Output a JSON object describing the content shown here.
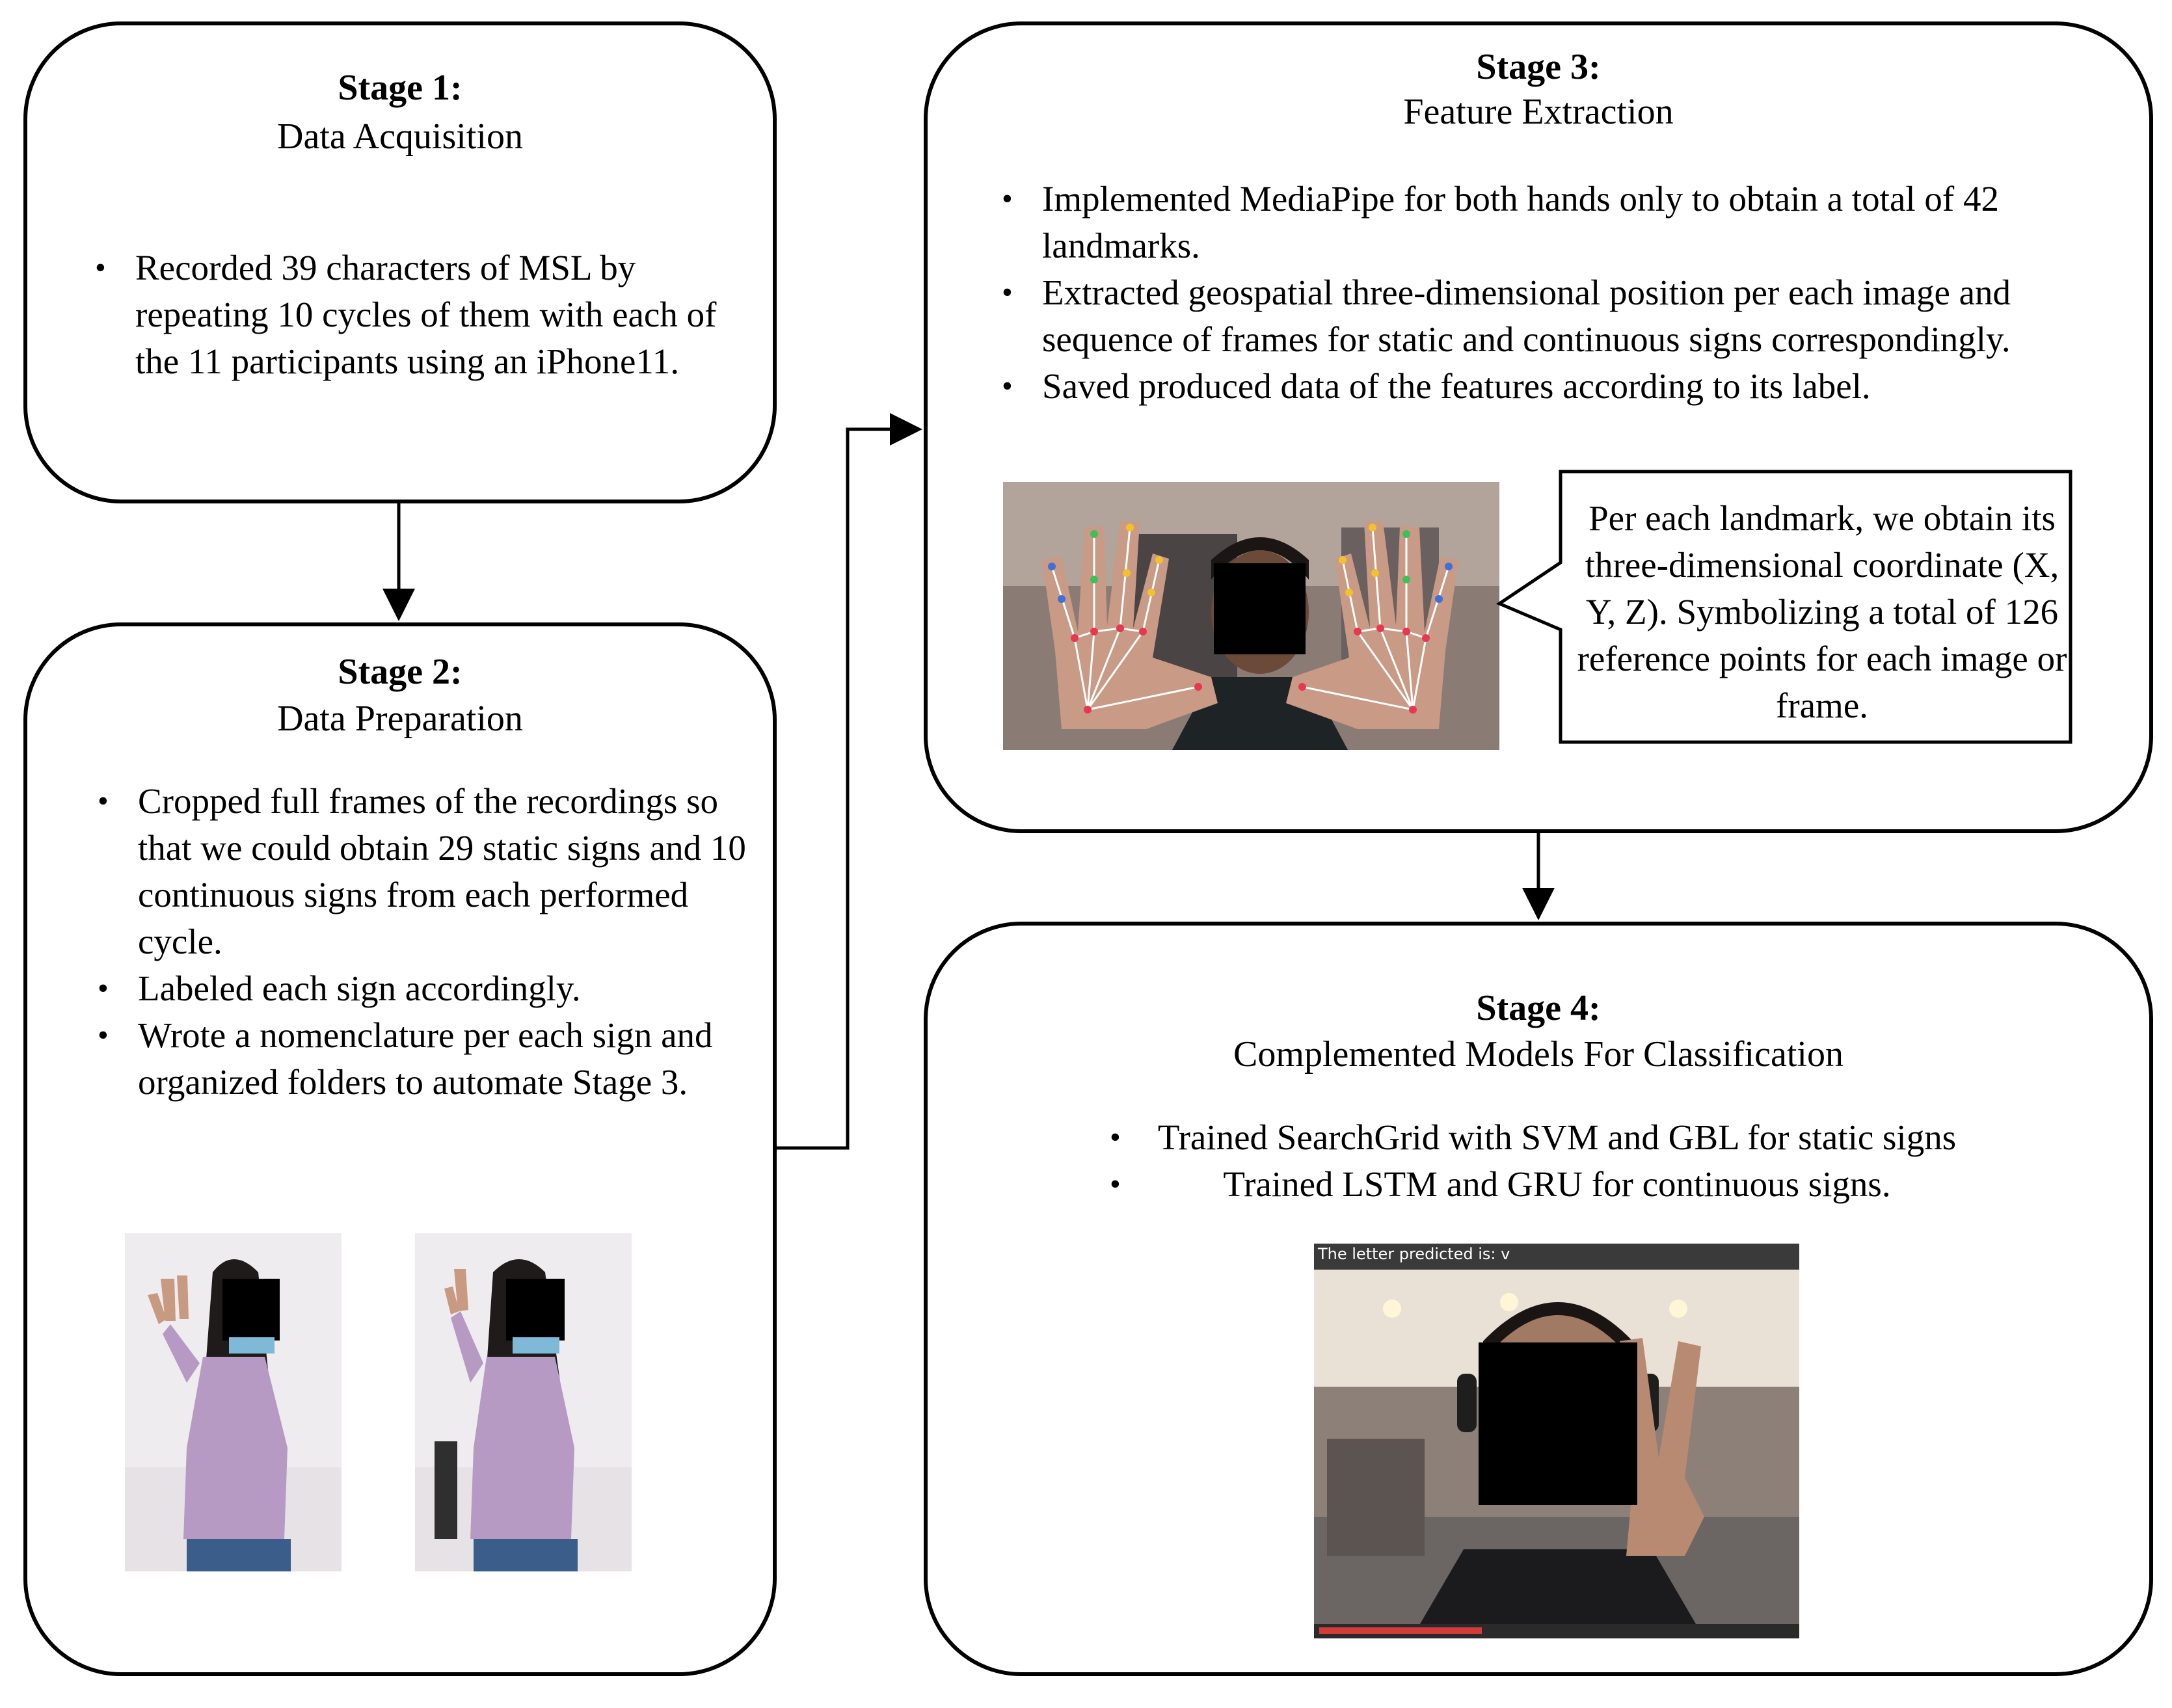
{
  "stage1": {
    "title": "Stage 1:",
    "subtitle": "Data Acquisition",
    "bullets": [
      "Recorded 39 characters of MSL by repeating 10 cycles of them with each of the 11 participants using an iPhone11."
    ]
  },
  "stage2": {
    "title": "Stage 2:",
    "subtitle": "Data Preparation",
    "bullets": [
      "Cropped full frames of the recordings so that we could obtain 29 static signs and 10 continuous signs from each performed cycle.",
      "Labeled each sign accordingly.",
      "Wrote a nomenclature per each sign and organized folders to automate Stage 3."
    ]
  },
  "stage3": {
    "title": "Stage 3:",
    "subtitle": "Feature Extraction",
    "bullets": [
      "Implemented MediaPipe for both hands only to obtain a total of 42 landmarks.",
      "Extracted geospatial three-dimensional position per each image and sequence of frames for static and continuous signs correspondingly.",
      "Saved produced data of the features according to its label."
    ],
    "callout": "Per each landmark, we obtain its three-dimensional coordinate (X, Y, Z). Symbolizing a total of 126 reference points for each image or frame."
  },
  "stage4": {
    "title": "Stage 4:",
    "subtitle": "Complemented Models For Classification",
    "bullets": [
      "Trained SearchGrid with SVM and GBL for static signs",
      "Trained LSTM and GRU for continuous signs."
    ],
    "screen_caption": "The letter predicted is: v"
  },
  "colors": {
    "border": "#000000",
    "lavender_shirt": "#b69ac4",
    "landmark_red": "#e8384f",
    "landmark_yellow": "#f2c12e",
    "landmark_green": "#3fbf5a",
    "landmark_blue": "#3f6fd8"
  }
}
